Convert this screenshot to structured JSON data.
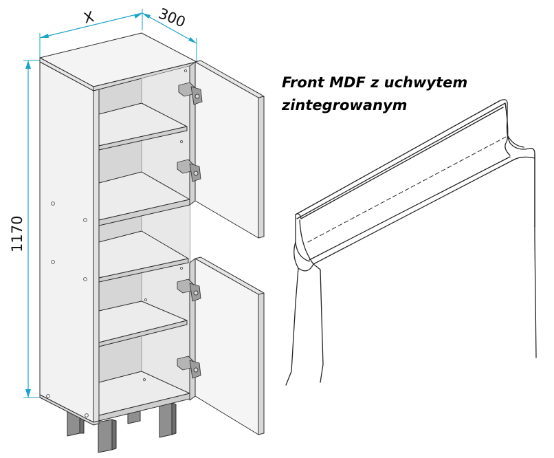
{
  "dimensions": {
    "width_label": "X",
    "depth_label": "300",
    "height_label": "1170"
  },
  "caption": {
    "line1": "Front MDF z uchwytem",
    "line2": "zintegrowanym"
  },
  "colors": {
    "dimension_line": "#19a3c7",
    "outline": "#2b2b2b",
    "panel_light": "#f2f2f2",
    "panel_mid": "#e4e4e4",
    "panel_dark": "#cfcfcf",
    "legs": "#8f8f8f"
  }
}
